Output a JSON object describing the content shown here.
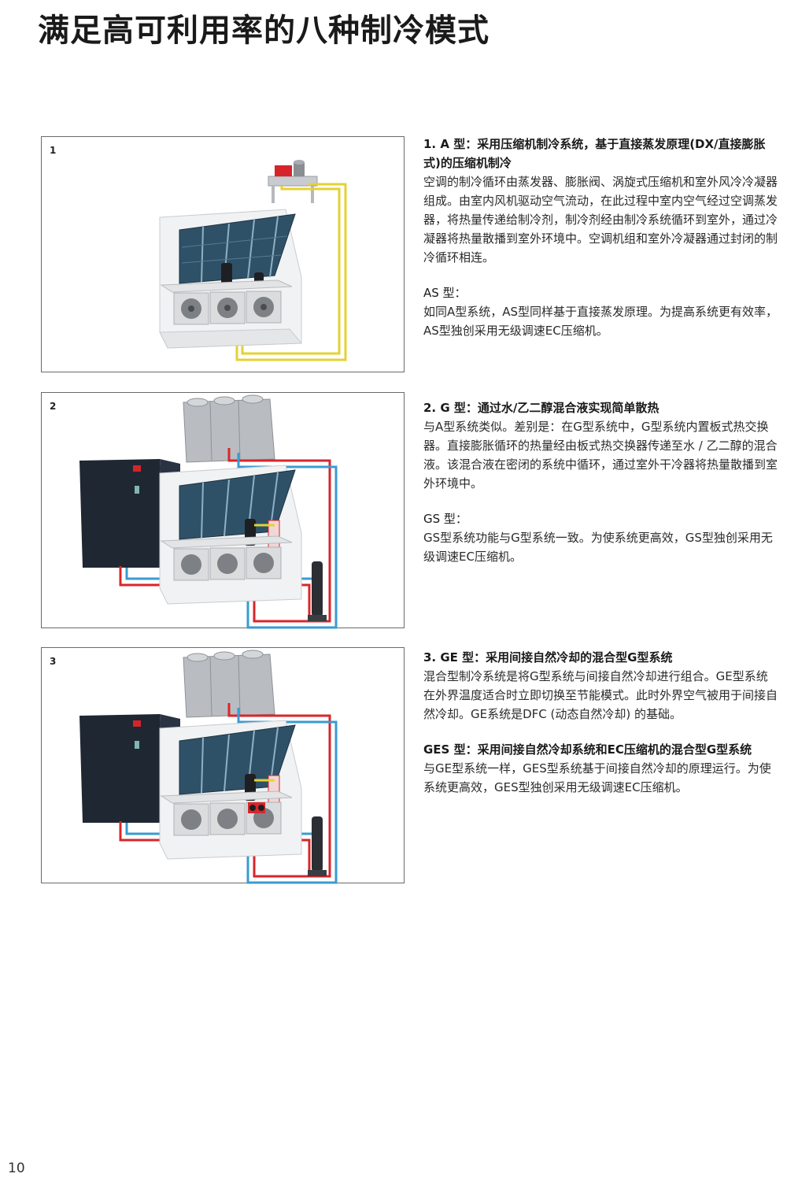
{
  "page": {
    "title": "满足高可利用率的八种制冷模式",
    "page_number": "10"
  },
  "sections": [
    {
      "figure_label": "1",
      "heading": "1. A 型：采用压缩机制冷系统，基于直接蒸发原理(DX/直接膨胀式)的压缩机制冷",
      "body": "空调的制冷循环由蒸发器、膨胀阀、涡旋式压缩机和室外风冷冷凝器组成。由室内风机驱动空气流动，在此过程中室内空气经过空调蒸发器，将热量传递给制冷剂，制冷剂经由制冷系统循环到室外，通过冷凝器将热量散播到室外环境中。空调机组和室外冷凝器通过封闭的制冷循环相连。",
      "sub_heading": "AS 型：",
      "sub_body": "如同A型系统，AS型同样基于直接蒸发原理。为提高系统更有效率，AS型独创采用无级调速EC压缩机。"
    },
    {
      "figure_label": "2",
      "heading": "2. G 型：通过水/乙二醇混合液实现简单散热",
      "body": "与A型系统类似。差别是：在G型系统中，G型系统内置板式热交换器。直接膨胀循环的热量经由板式热交换器传递至水 / 乙二醇的混合液。该混合液在密闭的系统中循环，通过室外干冷器将热量散播到室外环境中。",
      "sub_heading": "GS 型：",
      "sub_body": "GS型系统功能与G型系统一致。为使系统更高效，GS型独创采用无级调速EC压缩机。"
    },
    {
      "figure_label": "3",
      "heading": "3. GE 型：采用间接自然冷却的混合型G型系统",
      "body": "混合型制冷系统是将G型系统与间接自然冷却进行组合。GE型系统在外界温度适合时立即切换至节能模式。此时外界空气被用于间接自然冷却。GE系统是DFC (动态自然冷却) 的基础。",
      "sub_heading": "GES 型：采用间接自然冷却系统和EC压缩机的混合型G型系统",
      "sub_body": "与GE型系统一样，GES型系统基于间接自然冷却的原理运行。为使系统更高效，GES型独创采用无级调速EC压缩机。"
    }
  ],
  "colors": {
    "refrigerant_line": "#e3d235",
    "hot_water_line": "#d8262a",
    "cold_water_line": "#3a9bd0",
    "coil": "#2f5168",
    "cabinet": "#1f2733"
  }
}
